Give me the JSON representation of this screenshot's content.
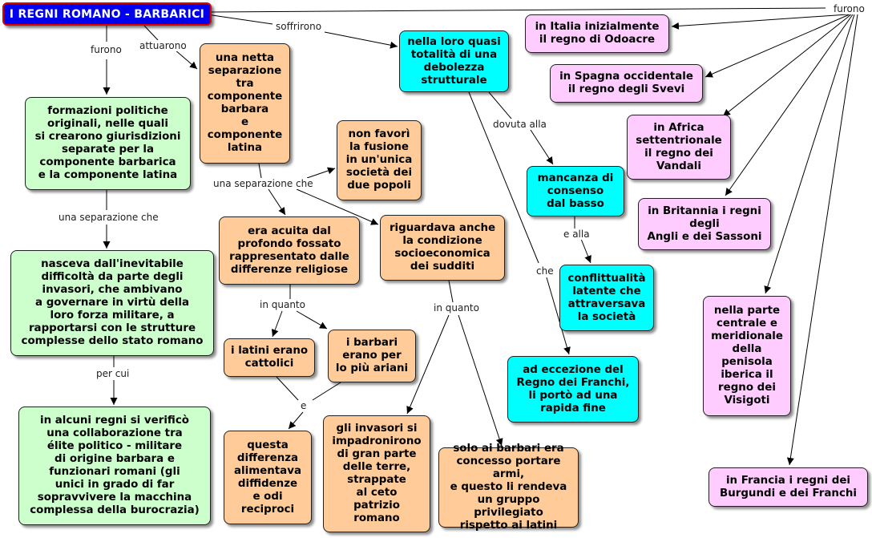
{
  "colors": {
    "title_bg": "#0000ee",
    "title_border": "#e00000",
    "green": "#ccffcc",
    "orange": "#ffcc99",
    "cyan": "#00ffff",
    "pink": "#ffccff"
  },
  "concepts": {
    "title": "I REGNI ROMANO - BARBARICI",
    "formazioni": "formazioni politiche\noriginali, nelle quali\nsi crearono giurisdizioni\nseparate per la\ncomponente barbarica\ne la componente latina",
    "nasceva": "nasceva dall'inevitabile\ndifficoltà da parte degli\ninvasori, che ambivano\na governare in virtù della\nloro forza militare, a\nrapportarsi con le strutture\ncomplesse dello stato romano",
    "collaborazione": "in alcuni regni si verificò\nuna collaborazione tra\nélite politico - militare\ndi origine barbara e\nfunzionari romani (gli\nunici in grado di far\nsopravvivere la macchina\ncomplessa della burocrazia)",
    "separazione": "una netta\nseparazione\ntra\ncomponente\nbarbara\ne\ncomponente\nlatina",
    "non_favori": "non favorì\nla fusione\nin un'unica\nsocietà dei\ndue popoli",
    "acuita": "era acuita dal\nprofondo fossato\nrappresentato dalle\ndifferenze religiose",
    "riguardava": "riguardava anche\nla condizione\nsocioeconomica\ndei sudditi",
    "latini": "i latini erano\ncattolici",
    "barbari": "i barbari\nerano per\nlo più ariani",
    "diffidenze": "questa\ndifferenza\nalimentava\ndiffidenze\ne odi\nreciproci",
    "invasori": "gli invasori si\nimpadronirono\ndi gran parte\ndelle terre,\nstrappate\nal ceto\npatrizio\nromano",
    "armi": "solo ai barbari era\nconcesso portare armi,\ne questo li rendeva\nun gruppo privilegiato\nrispetto ai latini",
    "debolezza": "nella loro quasi\ntotalità di una\ndebolezza\nstrutturale",
    "consenso": "mancanza di\nconsenso\ndal basso",
    "conflittualita": "conflittualità\nlatente che\nattraversava\nla società",
    "franchi_fine": "ad eccezione del\nRegno dei Franchi,\nli portò ad una\nrapida fine",
    "italia": "in Italia inizialmente\nil regno di Odoacre",
    "spagna": "in Spagna occidentale\nil regno degli Svevi",
    "africa": "in Africa\nsettentrionale\nil regno dei\nVandali",
    "britannia": "in Britannia i regni\ndegli\nAngli e dei Sassoni",
    "visigoti": "nella parte\ncentrale e\nmeridionale\ndella\npenisola\niberica il\nregno dei\nVisigoti",
    "francia": "in Francia i regni dei\nBurgundi e dei Franchi"
  },
  "link_labels": {
    "furono_left": "furono",
    "attuarono": "attuarono",
    "soffrirono": "soffrirono",
    "furono_right": "furono",
    "sep_che_1": "una separazione che",
    "sep_che_2": "una separazione che",
    "per_cui": "per cui",
    "in_quanto_1": "in quanto",
    "in_quanto_2": "in quanto",
    "e": "e",
    "dovuta_alla": "dovuta alla",
    "e_alla": "e alla",
    "che": "che"
  }
}
